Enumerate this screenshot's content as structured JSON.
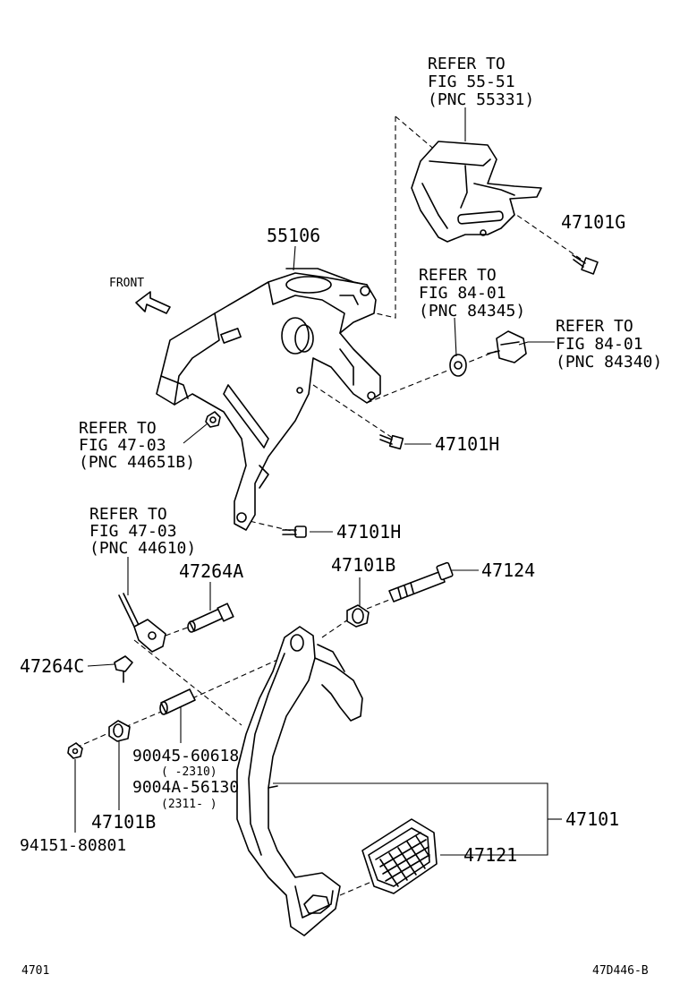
{
  "labels": {
    "refer_55331": [
      "REFER TO",
      "FIG 55-51",
      "(PNC 55331)"
    ],
    "p47101G": "47101G",
    "p55106": "55106",
    "front": "FRONT",
    "refer_84345": [
      "REFER TO",
      "FIG 84-01",
      "(PNC 84345)"
    ],
    "refer_84340": [
      "REFER TO",
      "FIG 84-01",
      "(PNC 84340)"
    ],
    "refer_44651B": [
      "REFER TO",
      "FIG 47-03",
      "(PNC 44651B)"
    ],
    "p47101H_a": "47101H",
    "refer_44610": [
      "REFER TO",
      "FIG 47-03",
      "(PNC 44610)"
    ],
    "p47101H_b": "47101H",
    "p47264A": "47264A",
    "p47101B_top": "47101B",
    "p47124": "47124",
    "p47264C": "47264C",
    "p90045": "90045-60618",
    "range_2310": "(     -2310)",
    "p9004A": "9004A-56130",
    "range_2311": "(2311-     )",
    "p47101B_bottom": "47101B",
    "p47101": "47101",
    "p94151": "94151-80801",
    "p47121": "47121",
    "footer_left": "4701",
    "footer_right": "47D446-B"
  }
}
